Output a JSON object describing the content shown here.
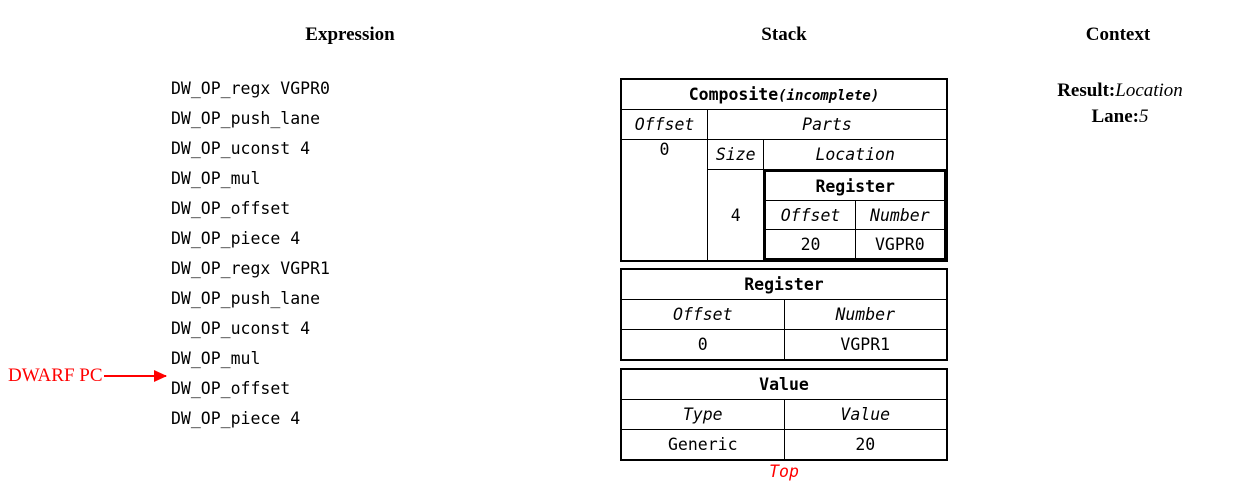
{
  "headers": {
    "expression": "Expression",
    "stack": "Stack",
    "context": "Context"
  },
  "expression": {
    "ops": [
      "DW_OP_regx VGPR0",
      "DW_OP_push_lane",
      "DW_OP_uconst 4",
      "DW_OP_mul",
      "DW_OP_offset",
      "DW_OP_piece 4",
      "DW_OP_regx VGPR1",
      "DW_OP_push_lane",
      "DW_OP_uconst 4",
      "DW_OP_mul",
      "DW_OP_offset",
      "DW_OP_piece 4"
    ],
    "pc_marker": {
      "label": "DWARF PC",
      "color": "#ff0000",
      "points_to_op_index": 10
    }
  },
  "stack": {
    "entries": [
      {
        "title": "Composite",
        "title_suffix": "(incomplete)",
        "offset_header": "Offset",
        "parts_header": "Parts",
        "offset_value": "0",
        "size_header": "Size",
        "location_header": "Location",
        "size_value": "4",
        "nested": {
          "title": "Register",
          "offset_header": "Offset",
          "number_header": "Number",
          "offset_value": "20",
          "number_value": "VGPR0"
        }
      },
      {
        "title": "Register",
        "col1_header": "Offset",
        "col2_header": "Number",
        "col1_value": "0",
        "col2_value": "VGPR1"
      },
      {
        "title": "Value",
        "col1_header": "Type",
        "col2_header": "Value",
        "col1_value": "Generic",
        "col2_value": "20",
        "col2_value_color": "#ff0000"
      }
    ],
    "top_label": "Top",
    "top_label_color": "#ff0000"
  },
  "context": {
    "result_key": "Result:",
    "result_value": "Location",
    "lane_key": "Lane:",
    "lane_value": "5"
  }
}
